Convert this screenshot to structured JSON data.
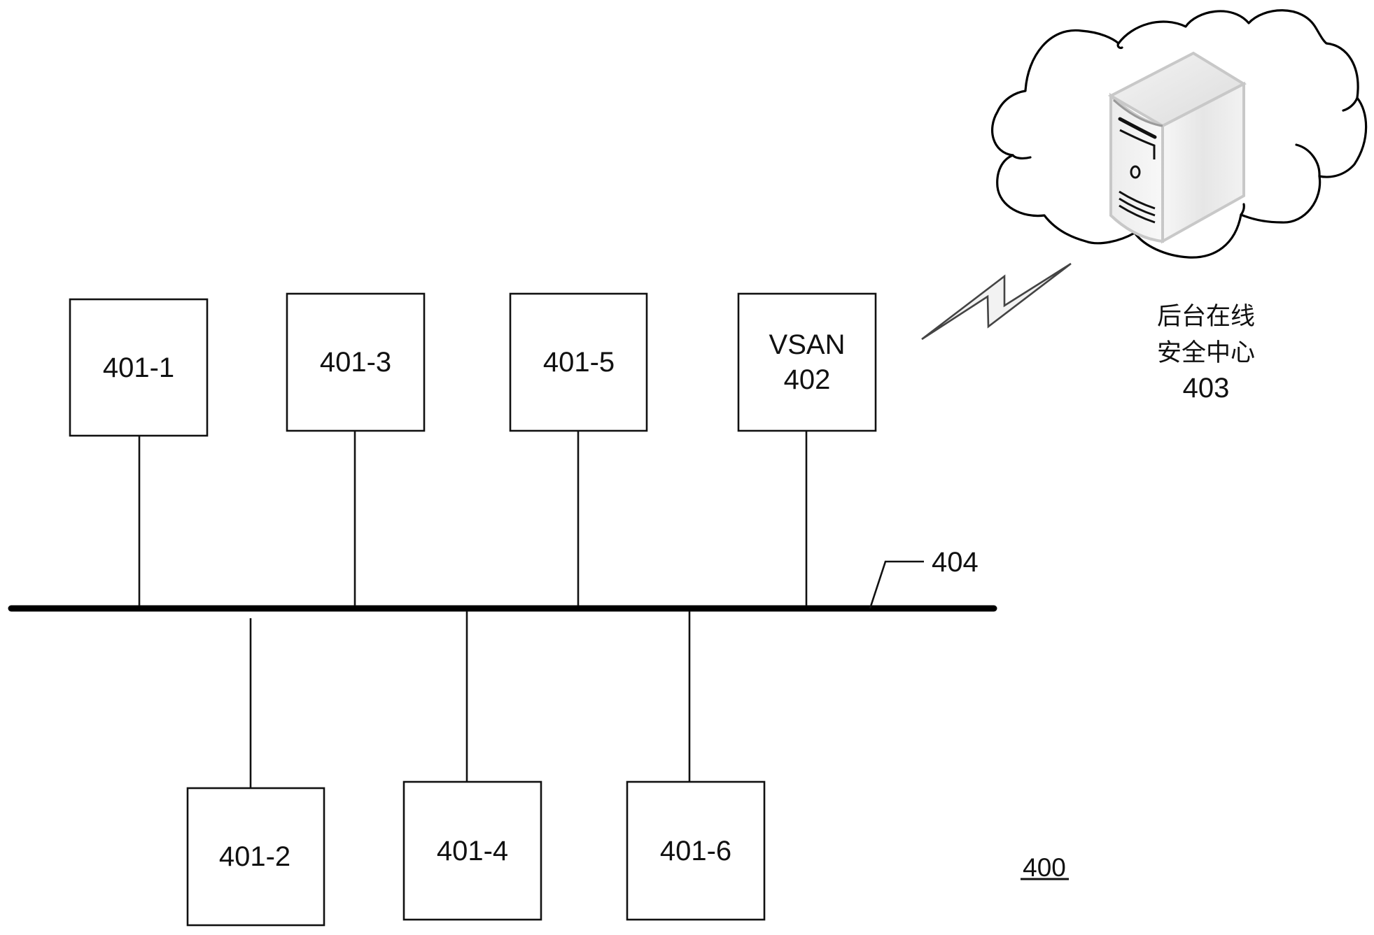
{
  "figure": {
    "number": "400",
    "nodes": [
      {
        "id": "401-1",
        "label": "401-1",
        "position": "top"
      },
      {
        "id": "401-3",
        "label": "401-3",
        "position": "top"
      },
      {
        "id": "401-5",
        "label": "401-5",
        "position": "top"
      },
      {
        "id": "402",
        "label_line1": "VSAN",
        "label_line2": "402",
        "position": "top"
      },
      {
        "id": "401-2",
        "label": "401-2",
        "position": "bottom"
      },
      {
        "id": "401-4",
        "label": "401-4",
        "position": "bottom"
      },
      {
        "id": "401-6",
        "label": "401-6",
        "position": "bottom"
      }
    ],
    "bus": {
      "label": "404"
    },
    "cloud_server": {
      "icon": "server-tower-icon",
      "label_line1": "后台在线",
      "label_line2": "安全中心",
      "label_line3": "403"
    },
    "wireless_link": {
      "icon": "lightning-bolt-icon"
    }
  }
}
